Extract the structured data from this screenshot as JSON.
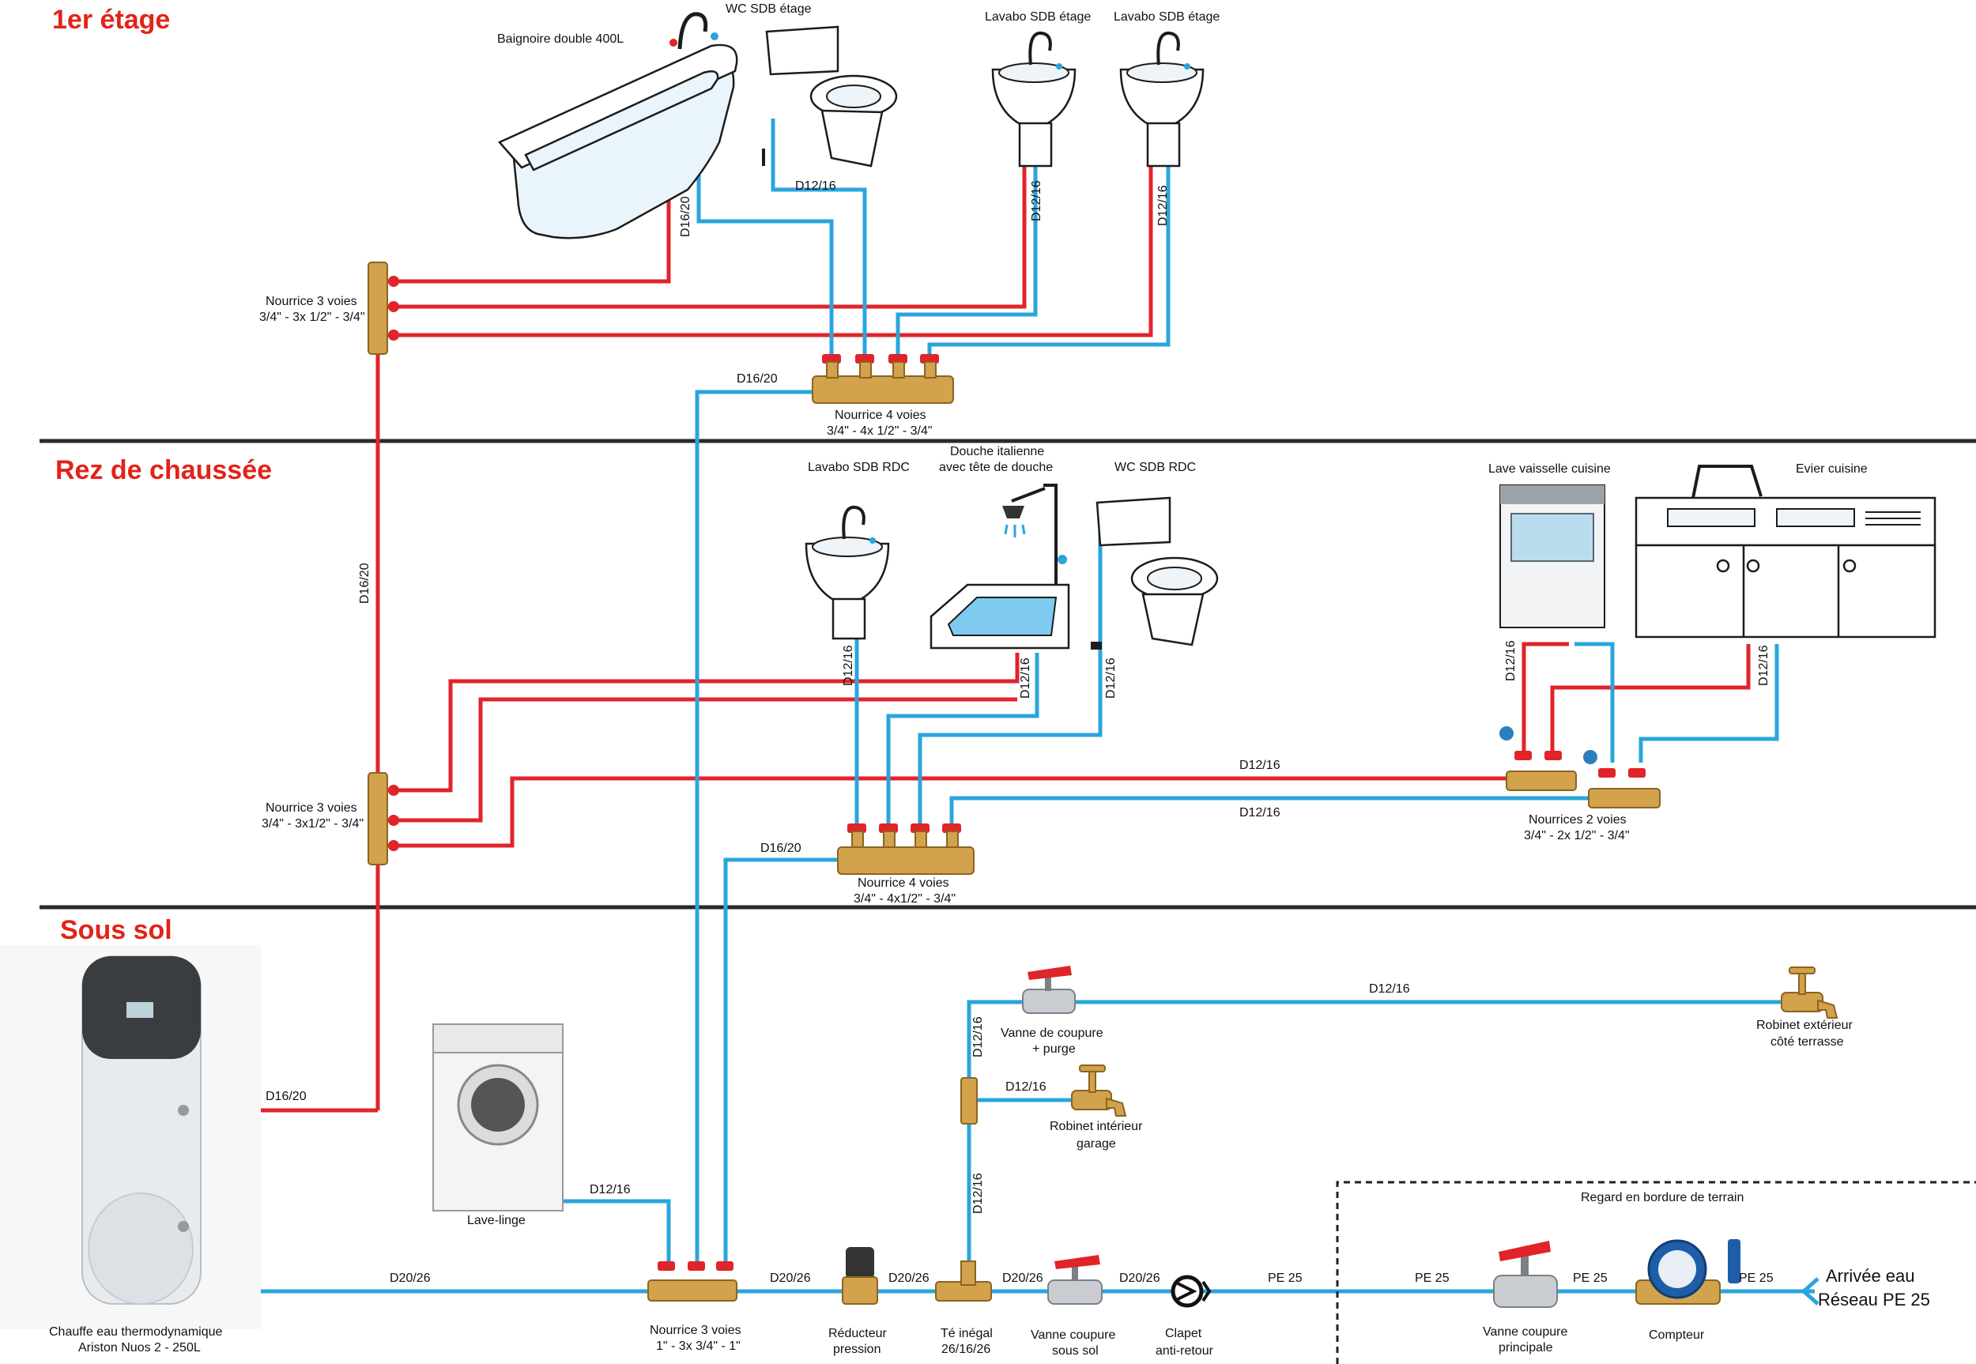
{
  "floors": {
    "first": "1er étage",
    "ground": "Rez de chaussée",
    "basement": "Sous sol"
  },
  "colors": {
    "hot": "#e1232a",
    "cold": "#2aa5dc",
    "floor_title": "#e2231a"
  },
  "icons": {
    "bathtub": "bathtub-icon",
    "toilet": "toilet-icon",
    "sink": "washbasin-icon",
    "shower": "shower-icon",
    "dishwasher": "dishwasher-icon",
    "kitchen_sink": "kitchen-sink-icon",
    "water_heater": "water-heater-icon",
    "washing_machine": "washing-machine-icon",
    "tap": "tap-icon",
    "valve": "valve-icon",
    "meter": "water-meter-icon"
  },
  "first_floor": {
    "bathtub": "Baignoire double 400L",
    "wc": "WC SDB étage",
    "basin1": "Lavabo SDB étage",
    "basin2": "Lavabo SDB étage",
    "manifold3_l1": "Nourrice 3 voies",
    "manifold3_l2": "3/4\" - 3x 1/2\" - 3/4\"",
    "manifold4_l1": "Nourrice 4 voies",
    "manifold4_l2": "3/4\" - 4x 1/2\" - 3/4\"",
    "pipe_bath": "D16/20",
    "pipe_wc": "D12/16",
    "pipe_basin1": "D12/16",
    "pipe_basin2": "D12/16",
    "pipe_manifold4": "D16/20"
  },
  "ground_floor": {
    "basin": "Lavabo SDB  RDC",
    "shower_l1": "Douche italienne",
    "shower_l2": "avec tête de douche",
    "wc": "WC SDB  RDC",
    "dishwasher": "Lave vaisselle cuisine",
    "kitchen_sink": "Evier cuisine",
    "manifold3_l1": "Nourrice 3 voies",
    "manifold3_l2": "3/4\" - 3x1/2\" - 3/4\"",
    "manifold4_l1": "Nourrice 4 voies",
    "manifold4_l2": "3/4\" - 4x1/2\" - 3/4\"",
    "manifold2_l1": "Nourrices 2 voies",
    "manifold2_l2": "3/4\" - 2x 1/2\" - 3/4\"",
    "riser": "D16/20",
    "pipe_basin": "D12/16",
    "pipe_shower": "D12/16",
    "pipe_wc": "D12/16",
    "pipe_dishwasher": "D12/16",
    "pipe_sink": "D12/16",
    "pipe_hot_kitchen": "D12/16",
    "pipe_cold_kitchen": "D12/16",
    "pipe_manifold4": "D16/20"
  },
  "basement": {
    "heater_l1": "Chauffe eau thermodynamique",
    "heater_l2": "Ariston Nuos 2 - 250L",
    "washer": "Lave-linge",
    "manifold3_l1": "Nourrice 3 voies",
    "manifold3_l2": "1\" - 3x 3/4\" - 1\"",
    "reducer_l1": "Réducteur",
    "reducer_l2": "pression",
    "tee_l1": "Té inégal",
    "tee_l2": "26/16/26",
    "shutoff_l1": "Vanne coupure",
    "shutoff_l2": "sous sol",
    "check_l1": "Clapet",
    "check_l2": "anti-retour",
    "purge_valve_l1": "Vanne de coupure",
    "purge_valve_l2": "+ purge",
    "garage_tap_l1": "Robinet intérieur",
    "garage_tap_l2": "garage",
    "outdoor_tap_l1": "Robinet extérieur",
    "outdoor_tap_l2": "côté terrasse",
    "main_valve_l1": "Vanne coupure",
    "main_valve_l2": "principale",
    "meter": "Compteur",
    "inlet_l1": "Arrivée eau",
    "inlet_l2": "Réseau PE 25",
    "boundary": "Regard en bordure de terrain",
    "pipe_heater_hot": "D16/20",
    "pipe_heater_cold": "D20/26",
    "pipe_washer": "D12/16",
    "pipe_a": "D20/26",
    "pipe_b": "D20/26",
    "pipe_c": "D20/26",
    "pipe_d": "D20/26",
    "pipe_e": "PE 25",
    "pipe_f": "PE 25",
    "pipe_g": "PE 25",
    "pipe_h": "PE 25",
    "pipe_outdoor": "D12/16",
    "pipe_riser_up": "D12/16",
    "pipe_garage": "D12/16",
    "pipe_riser_low": "D12/16"
  }
}
